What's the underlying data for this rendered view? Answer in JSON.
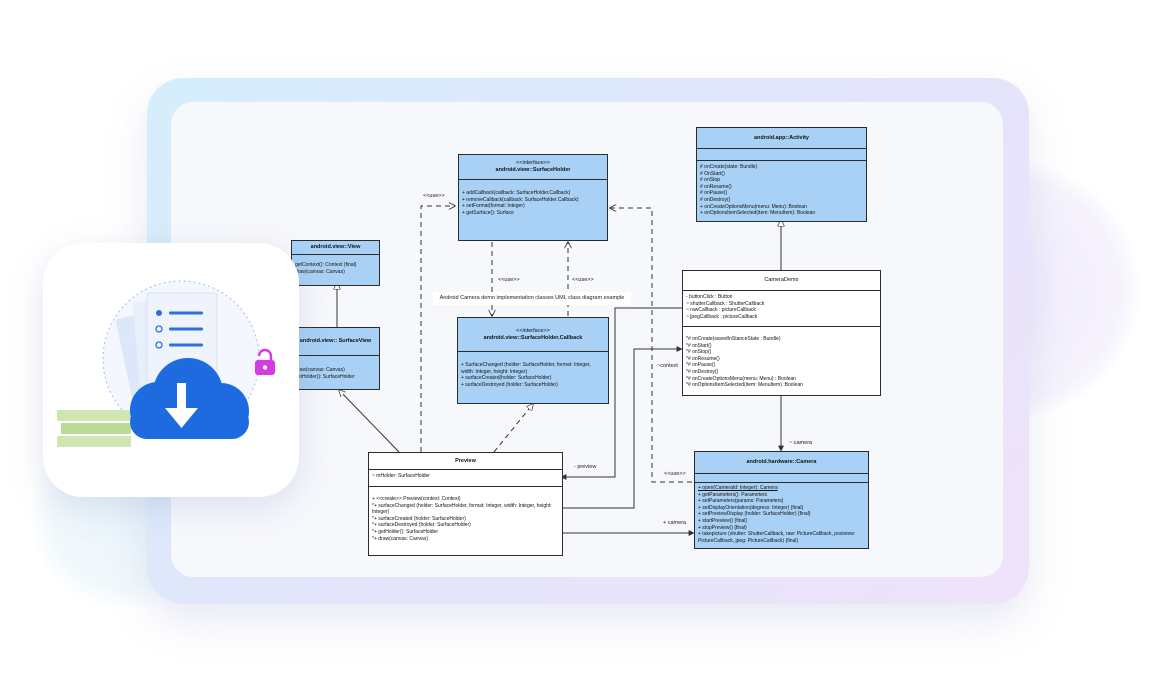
{
  "diagram": {
    "caption": "Android Camera demo implementation classes UML class diagram example",
    "edge_labels": {
      "use1": "<<use>>",
      "use2": "<<use>>",
      "use3": "<<use>>",
      "use4": "<<use>>",
      "preview": "- preview",
      "context": "~context",
      "camera_comp": "~ camera",
      "camera_assoc": "+ camera"
    },
    "classes": {
      "activity": {
        "name": "android.app::Activity",
        "methods": [
          "# onCreate(state: Bundle)",
          "# OnStart()",
          "# onStop",
          "# onResume()",
          "# onPause()",
          "# onDestroy()",
          "+ onCreateOptionsMenu(menu: Menu): Boolean",
          "+ onOptionsItemSelected(item: MenuItem): Boolean"
        ]
      },
      "surface_holder": {
        "stereotype": "<<interface>>",
        "name": "android.view::SurfaceHolder",
        "methods": [
          "+ addCallback(callback: SurfaceHolder.Callback)",
          "+ removeCallback(callback: SurfaceHolder.Callback)",
          "+ setFormat(format: Integer)",
          "+ getSurface(): Surface"
        ]
      },
      "view": {
        "name": "android.view::View",
        "methods": [
          "getContext(): Context {final}",
          "draw(canvas: Canvas)"
        ]
      },
      "surface_view": {
        "name": "android.view:: SurfaceView",
        "methods": [
          "draw(canvas: Canvas)",
          "getHolder(): SurfaceHolder"
        ]
      },
      "callback": {
        "stereotype": "<<interface>>",
        "name": "android.view::SurfaceHolder.Callback",
        "methods": [
          "+ SurfaceChanged (holder: SurfaceHolder, format: Integer, width: Integer, height: Integer)",
          "+ surfaceCreated(holder: SurfaceHolder)",
          "+ surfaceDestroyed (holder: SurfaceHolder)"
        ]
      },
      "camera_demo": {
        "name": "CameraDemo",
        "attributes": [
          "- buttonClick : Button",
          "~ shutterCallback : ShutterCallback",
          "~ rawCallback : pictureCallback",
          "~ jpegCallback : pictureCallback"
        ],
        "methods": [
          "*# onCreate(savedInStanceState : Bundle)",
          "*# onStart()",
          "*# onStop()",
          "*# onResume()",
          "*# onPause()",
          "*# onDestroy()",
          "*# onCreateOptionsMenu(menu: Menu) : Boolean",
          "*# onOptionsItemSelected(item: MenuItem) :Boolean"
        ]
      },
      "preview": {
        "name": "Preview",
        "attributes": [
          "~ mHolder: SurfaceHolder"
        ],
        "methods": [
          "+ <<create>> Preview(context: Context)",
          "*+ surfaceChanged (holder: SurfaceHolder, format: Integer, width: Integer, height: Integer)",
          "*+ surfaceCreated (holder: SurfaceHolder)",
          "*+ surfaceDestroyed (holder: SurfaceHolder)",
          "*+ getHolder(): SurfaceHolder",
          "*+ draw(canvas: Canvas)"
        ]
      },
      "camera": {
        "name": "android.hardware::Camera",
        "methods_underlined": "+ open(CameraId: Integer): Camera",
        "methods": [
          "+ getParameters(): Parameters",
          "+ setParameters(params: Parameters)",
          "+ setDisplayOrientation(degress: Integer) {final}",
          "+ setPreviewDisplay (holder: SurfaceHolder) {final}",
          "+ startPreview() {final}",
          "+ stopPreview() {final}",
          "+ takepicture (shutter: ShutterCallback, raw: PictureCallback, postview: PictureCallback, jpeg: PictureCallback) {final}"
        ]
      }
    }
  },
  "icons": {
    "card": "download-cloud-icon",
    "lock": "padlock-icon",
    "document": "document-list-icon"
  },
  "colors": {
    "class_fill": "#a8d1f5",
    "cloud": "#1e6be0",
    "lock": "#d23ce0",
    "stack_green": "#b9dc97"
  }
}
